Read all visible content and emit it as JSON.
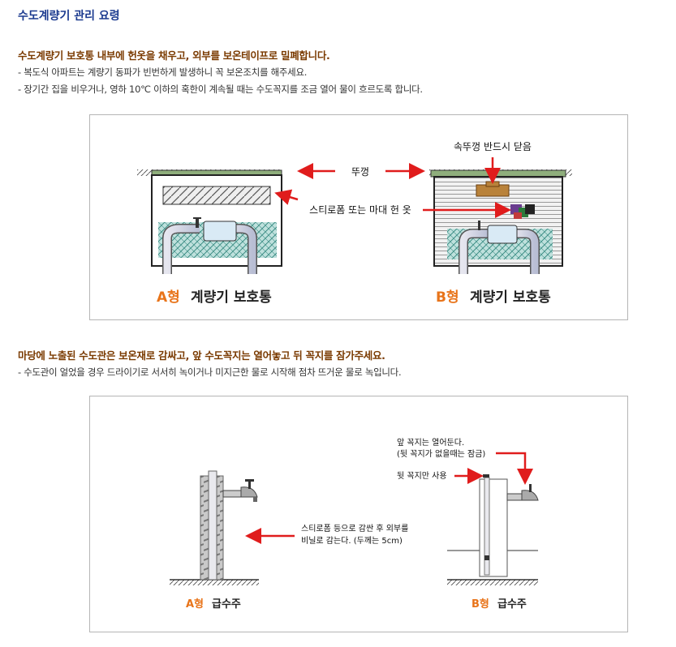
{
  "page_title": "수도계량기 관리 요령",
  "section1": {
    "heading": "수도계량기 보호통 내부에 헌옷을 채우고, 외부를 보온테이프로 밀폐합니다.",
    "bullets": [
      "- 복도식 아파트는 계량기 동파가 빈번하게 발생하니 꼭 보온조치를 해주세요.",
      "- 장기간 집을 비우거나, 영하 10℃ 이하의 혹한이 계속될 때는 수도꼭지를 조금 열어 물이 흐르도록 합니다."
    ],
    "figure": {
      "label_lid_top": "속뚜껑 반드시 닫음",
      "label_lid": "뚜껑",
      "label_insulation": "스티로폼 또는 마대 헌 옷",
      "caption_a_letter": "A형",
      "caption_a_text": "계량기 보호통",
      "caption_b_letter": "B형",
      "caption_b_text": "계량기 보호통"
    }
  },
  "section2": {
    "heading": "마당에 노출된 수도관은 보온재로 감싸고, 앞 수도꼭지는 열어놓고 뒤 꼭지를 잠가주세요.",
    "bullets": [
      "- 수도관이 얼었을 경우 드라이기로 서서히 녹이거나 미지근한 물로 시작해 점차 뜨거운 물로 녹입니다."
    ],
    "figure": {
      "label_wrap_line1": "스티로폼 등으로 감싼 후 외부를",
      "label_wrap_line2": "비닐로 감는다. (두께는 5cm)",
      "label_front_line1": "앞 꼭지는 열어둔다.",
      "label_front_line2": "(뒷 꼭지가 없을때는 잠금)",
      "label_back": "뒷 꼭지만 사용",
      "caption_a_letter": "A형",
      "caption_a_text": "급수주",
      "caption_b_letter": "B형",
      "caption_b_text": "급수주"
    }
  },
  "colors": {
    "title": "#1b3a8f",
    "heading": "#7a3a00",
    "accent_orange": "#e8741a",
    "arrow_red": "#e01c1c",
    "lid_green": "#8fae7c",
    "water_teal": "#6fb8b0"
  }
}
